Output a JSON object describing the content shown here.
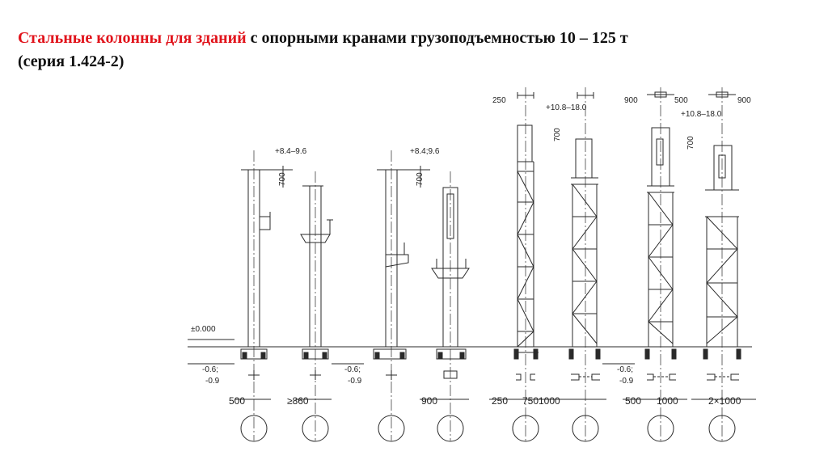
{
  "title": {
    "red_part": "Стальные колонны для зданий",
    "black_part": " с опорными кранами грузоподъемностью 10 – 125 т",
    "line2": "(серия 1.424-2)"
  },
  "labels": {
    "zero_level": "±0.000",
    "c1_height": "+8.4–9.6",
    "c1_700": "700",
    "c1_depth_a": "-0.6;",
    "c1_depth_b": "-0.9",
    "c1_width": "500",
    "c2_width": "≥860",
    "c2_depth_a": "-0.6;",
    "c2_depth_b": "-0.9",
    "c3_height": "+8.4;9.6",
    "c3_700": "700",
    "c4_width": "900",
    "c5_250": "250",
    "c5_height": "+10.8–18.0",
    "c5_700": "700",
    "c5_width_a": "250",
    "c5_width_b": "750",
    "c6_width": "1000",
    "c6_depth_a": "-0.6;",
    "c6_depth_b": "-0.9",
    "c7_900": "900",
    "c7_500": "500",
    "c7_height": "+10.8–18.0",
    "c7_700": "700",
    "c7_width": "500",
    "c8_width": "1000",
    "c8_900": "900",
    "c9_width": "2×1000"
  },
  "colors": {
    "title_red": "#e1141c",
    "title_black": "#111111",
    "line": "#2a2a2a"
  }
}
